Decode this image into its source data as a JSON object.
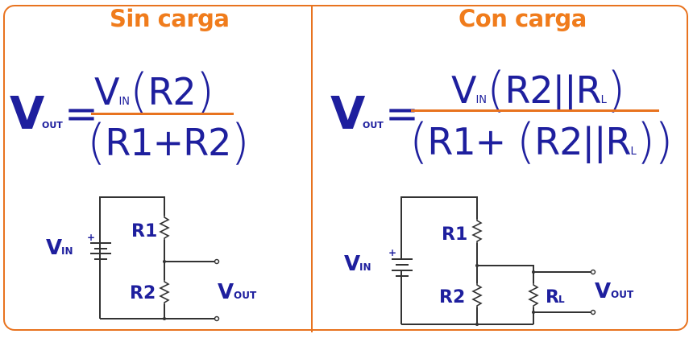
{
  "panels": [
    {
      "title": "Sin carga",
      "formula": {
        "lhs_main": "V",
        "lhs_sub": "OUT",
        "equals": "=",
        "num_v": "V",
        "num_sub": "IN",
        "num_open": "(",
        "num_expr": "R2",
        "num_close": ")",
        "den_open": "(",
        "den_expr": "R1+R2",
        "den_close": ")"
      },
      "circuit": {
        "source_label": "V",
        "source_sub": "IN",
        "battery_plus": "+",
        "r1": "R1",
        "r2": "R2",
        "out_label": "V",
        "out_sub": "OUT"
      }
    },
    {
      "title": "Con carga",
      "formula": {
        "lhs_main": "V",
        "lhs_sub": "OUT",
        "equals": "=",
        "num_v": "V",
        "num_sub": "IN",
        "num_open": "(",
        "num_expr_a": "R2||R",
        "num_expr_sub": "L",
        "num_close": ")",
        "den_open": "(",
        "den_expr_a": "R1+",
        "den_inner_open": "(",
        "den_expr_b": "R2||R",
        "den_expr_sub": "L",
        "den_close": "))"
      },
      "circuit": {
        "source_label": "V",
        "source_sub": "IN",
        "battery_plus": "+",
        "r1": "R1",
        "r2": "R2",
        "rl": "R",
        "rl_sub": "L",
        "out_label": "V",
        "out_sub": "OUT"
      }
    }
  ],
  "colors": {
    "accent_orange": "#e8731f",
    "title_orange": "#f07c1c",
    "navy": "#1e1f9e",
    "wire": "#333333"
  }
}
